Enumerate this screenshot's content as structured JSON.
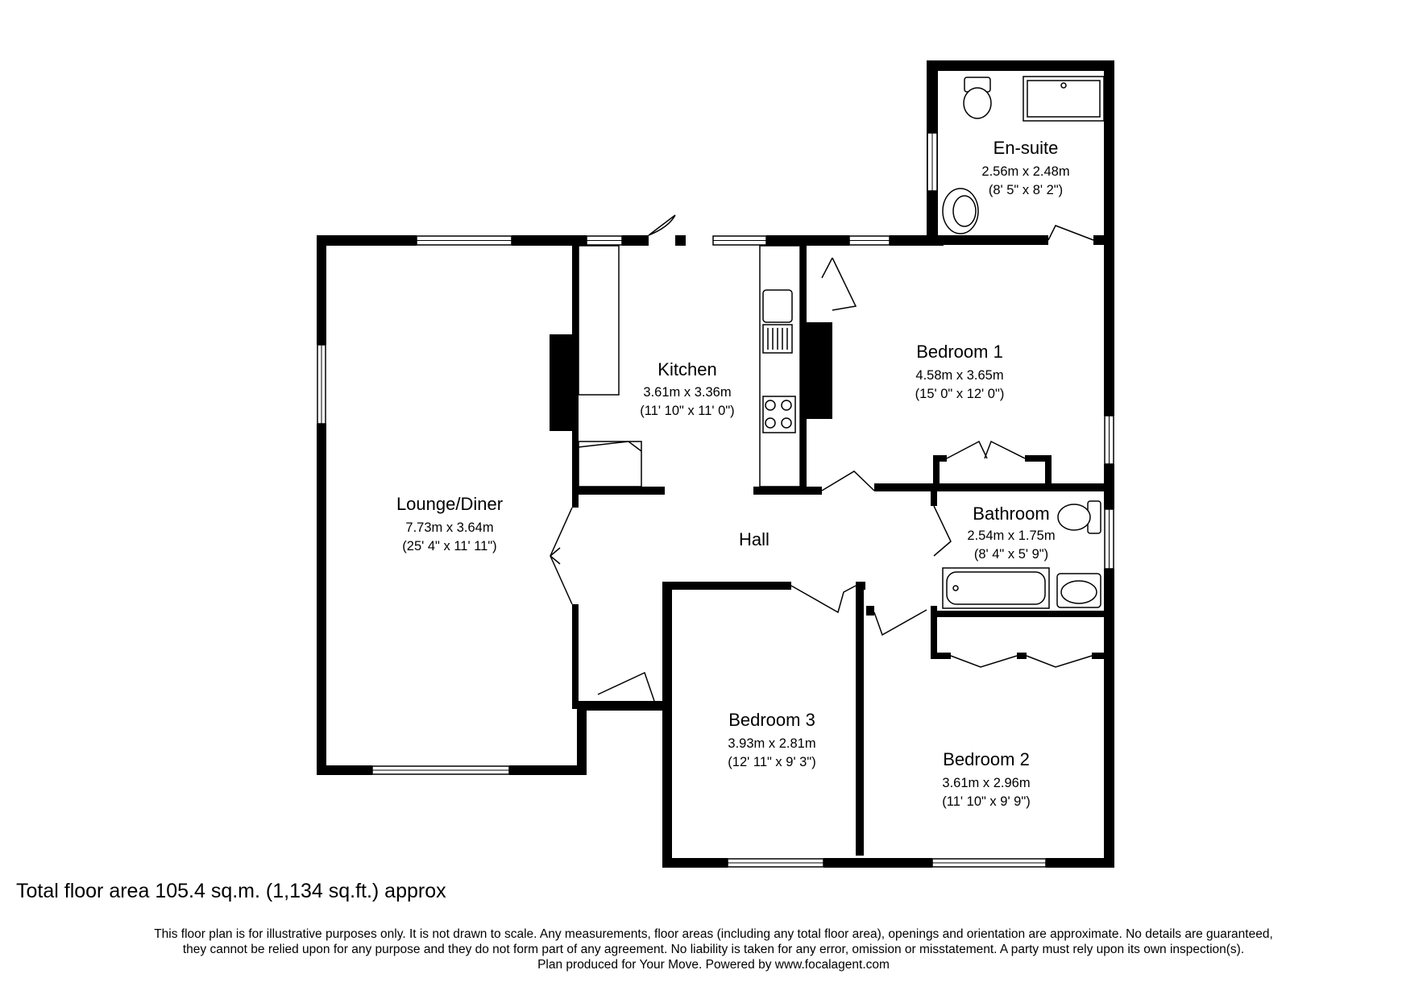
{
  "rooms": {
    "ensuite": {
      "name": "En-suite",
      "metric": "2.56m x 2.48m",
      "imperial": "(8' 5\" x 8' 2\")"
    },
    "kitchen": {
      "name": "Kitchen",
      "metric": "3.61m x 3.36m",
      "imperial": "(11' 10\" x 11' 0\")"
    },
    "bedroom1": {
      "name": "Bedroom 1",
      "metric": "4.58m x 3.65m",
      "imperial": "(15' 0\" x 12' 0\")"
    },
    "lounge": {
      "name": "Lounge/Diner",
      "metric": "7.73m x 3.64m",
      "imperial": "(25' 4\" x 11' 11\")"
    },
    "hall": {
      "name": "Hall"
    },
    "bathroom": {
      "name": "Bathroom",
      "metric": "2.54m x 1.75m",
      "imperial": "(8' 4\" x 5' 9\")"
    },
    "bedroom3": {
      "name": "Bedroom 3",
      "metric": "3.93m x 2.81m",
      "imperial": "(12' 11\" x 9' 3\")"
    },
    "bedroom2": {
      "name": "Bedroom 2",
      "metric": "3.61m x 2.96m",
      "imperial": "(11' 10\" x 9' 9\")"
    }
  },
  "footer": {
    "total_area": "Total floor area 105.4 sq.m. (1,134 sq.ft.) approx",
    "disclaimer_line1": "This floor plan is for illustrative purposes only. It is not drawn to scale. Any measurements, floor areas (including any total floor area), openings and orientation are approximate. No details are guaranteed,",
    "disclaimer_line2": "they cannot be relied upon for any purpose and they do not form part of any agreement. No liability is taken for any error, omission or misstatement. A party must rely upon its own inspection(s).",
    "disclaimer_line3": "Plan produced for Your Move. Powered by www.focalagent.com"
  }
}
